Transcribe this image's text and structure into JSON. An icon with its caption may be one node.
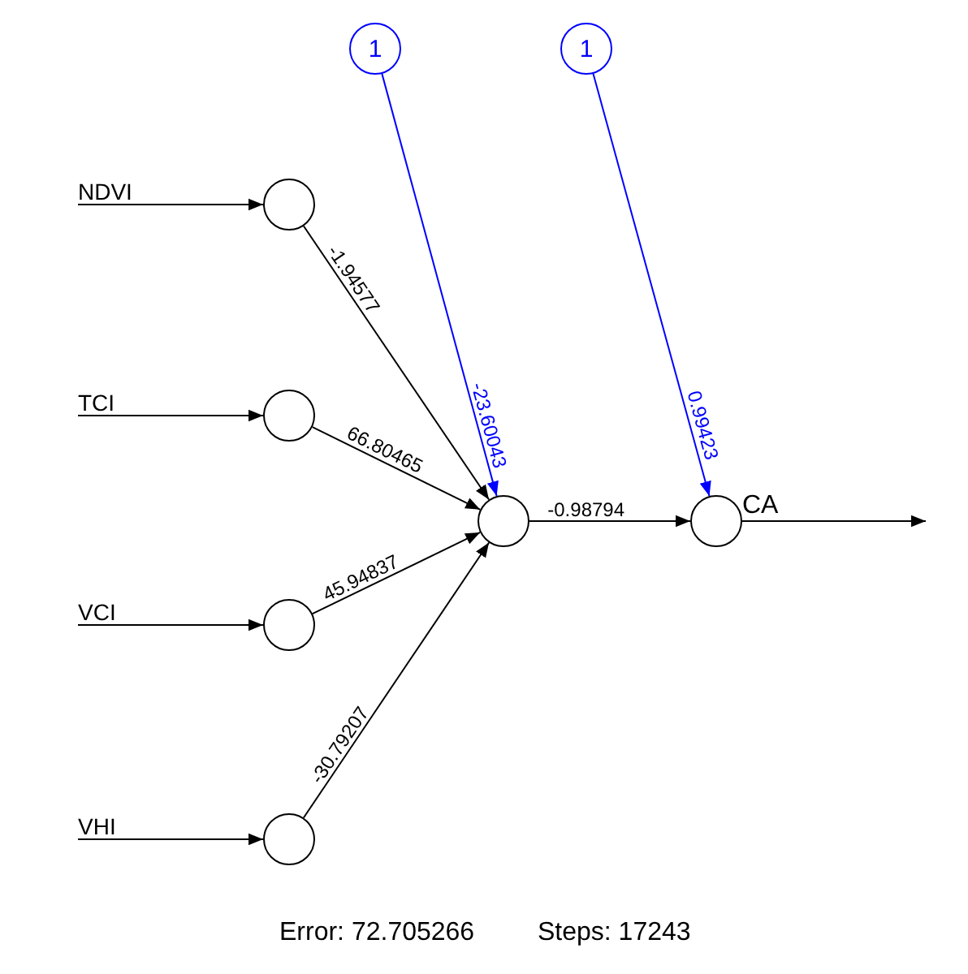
{
  "diagram": {
    "nodes": [
      {
        "text": [
          "NDVI"
        ]
      },
      {
        "text": [],
        "shape": "circle"
      },
      {
        "text": [
          "TCI"
        ]
      },
      {
        "text": [],
        "shape": "circle"
      },
      {
        "text": [
          "VCI"
        ]
      },
      {
        "text": [],
        "shape": "circle"
      },
      {
        "text": [
          "VHI"
        ]
      },
      {
        "text": [],
        "shape": "circle"
      },
      {
        "text": [
          "1"
        ]
      },
      {
        "text": [
          "1"
        ]
      },
      {
        "text": [],
        "shape": "circle"
      },
      {
        "text": [],
        "shape": "circle",
        "beside": [
          "CA"
        ]
      }
    ],
    "edges": [
      {
        "from": 0,
        "to": 1,
        "arrow": "to"
      },
      {
        "from": 2,
        "to": 3,
        "arrow": "to"
      },
      {
        "from": 4,
        "to": 5,
        "arrow": "to"
      },
      {
        "from": 6,
        "to": 7,
        "arrow": "to"
      },
      {
        "from": 1,
        "to": 10,
        "arrow": "to",
        "label": "-1.94577"
      },
      {
        "from": 3,
        "to": 10,
        "arrow": "to",
        "label": "66.80465"
      },
      {
        "from": 5,
        "to": 10,
        "arrow": "to",
        "label": "45.94837"
      },
      {
        "from": 7,
        "to": 10,
        "arrow": "to",
        "label": "-30.79207"
      },
      {
        "from": 8,
        "to": 10,
        "arrow": "to",
        "label": "-23.60043",
        "color": "#0000ff"
      },
      {
        "from": 10,
        "to": 11,
        "arrow": "to",
        "label": "-0.98794"
      },
      {
        "from": 9,
        "to": 11,
        "arrow": "to",
        "label": "0.99423",
        "color": "#0000ff"
      },
      {
        "from": 11,
        "to": null,
        "arrow": "to"
      }
    ],
    "labels": [
      "Error: 72.705266",
      "Steps: 17243"
    ]
  }
}
